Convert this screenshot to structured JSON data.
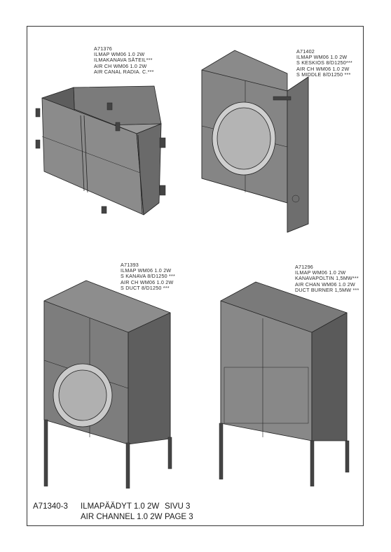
{
  "assemblies": [
    {
      "lines": [
        "A71376",
        "ILMAP WM06 1.0 2W",
        "ILMAKANAVA SÄTEIL***",
        "AIR CH WM06 1.0 2W",
        "AIR CANAL RADIA. C.***"
      ]
    },
    {
      "lines": [
        "A71402",
        "ILMAP WM06 1.0 2W",
        "S KESKIOS 8/D1250***",
        "AIR CH WM06 1.0 2W",
        "S MIDDLE 8/D1250 ***"
      ]
    },
    {
      "lines": [
        "A71393",
        "ILMAP WM06 1.0 2W",
        "S KANAVA 8/D1250 ***",
        "AIR CH WM06 1.0 2W",
        "S DUCT 8/D1250 ***"
      ]
    },
    {
      "lines": [
        "A71296",
        "ILMAP WM06 1.0 2W",
        "KANAVAPOLTIN 1,5MW***",
        "AIR CHAN WM06 1.0 2W",
        "DUCT BURNER 1,5MW ***"
      ]
    }
  ],
  "footer": {
    "code": "A71340-3",
    "line1_fi": "ILMAPÄÄDYT 1.0 2W",
    "line1_page": "SIVU 3",
    "line2_en": "AIR CHANNEL 1.0 2W",
    "line2_page": "PAGE 3"
  }
}
